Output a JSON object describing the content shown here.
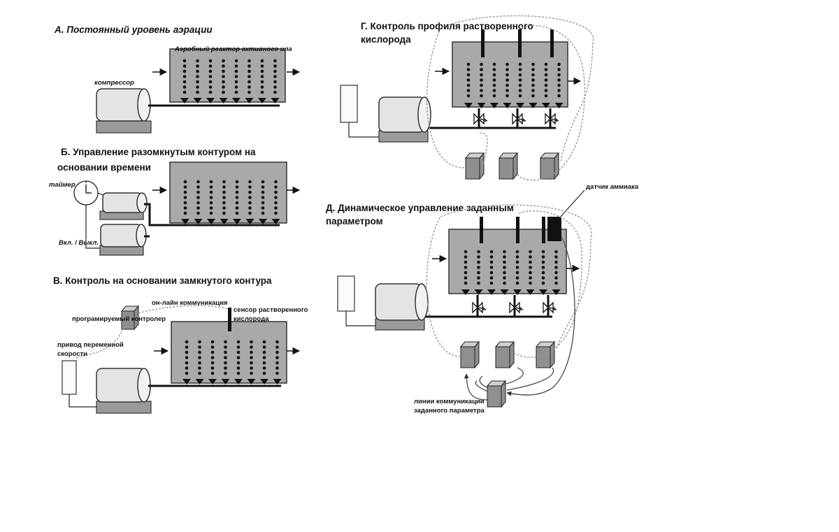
{
  "panels": {
    "a": {
      "title": "А. Постоянный уровень аэрации",
      "reactor_label": "Аэробный реактор активного ила",
      "compressor_label": "компрессор"
    },
    "b": {
      "title_line1": "Б. Управление разомкнутым контуром на",
      "title_line2": "основании времени",
      "timer_label": "таймер",
      "onoff_label": "Вкл. / Выкл."
    },
    "v": {
      "title": "В. Контроль на основании замкнутого контура",
      "online_label": "он-лайн коммуникация",
      "plc_label": "програмируемый контролер",
      "sensor_line1": "сенсор растворенного",
      "sensor_line2": "кислорода",
      "vsd_line1": "привод переменной",
      "vsd_line2": "скорости"
    },
    "g": {
      "title_line1": "Г. Контроль профиля растворенного",
      "title_line2": "кислорода"
    },
    "d": {
      "title_line1": "Д. Динамическое управление заданным",
      "title_line2": "параметром",
      "ammonia_label": "датчик аммиака",
      "comm_line1": "линии коммуникации",
      "comm_line2": "заданного параметра"
    }
  }
}
